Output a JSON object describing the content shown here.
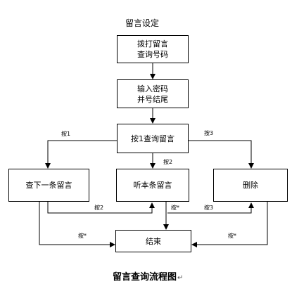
{
  "top_title": "留言设定",
  "boxes": {
    "dial": "拨打留言\n查询号码",
    "password": "输入密码\n并号结尾",
    "press1": "按1查询留言",
    "next": "查下一条留言",
    "listen": "听本条留言",
    "delete": "删除",
    "end": "结束"
  },
  "labels": {
    "press1": "按1",
    "press3_top": "按3",
    "press2_top": "按2",
    "press2_bottom": "按2",
    "press_star_mid": "按*",
    "press3_bottom": "按3",
    "press_star_left": "按*",
    "press_star_right": "按*"
  },
  "caption": "留言查询流程图",
  "caption_mark": "↵"
}
